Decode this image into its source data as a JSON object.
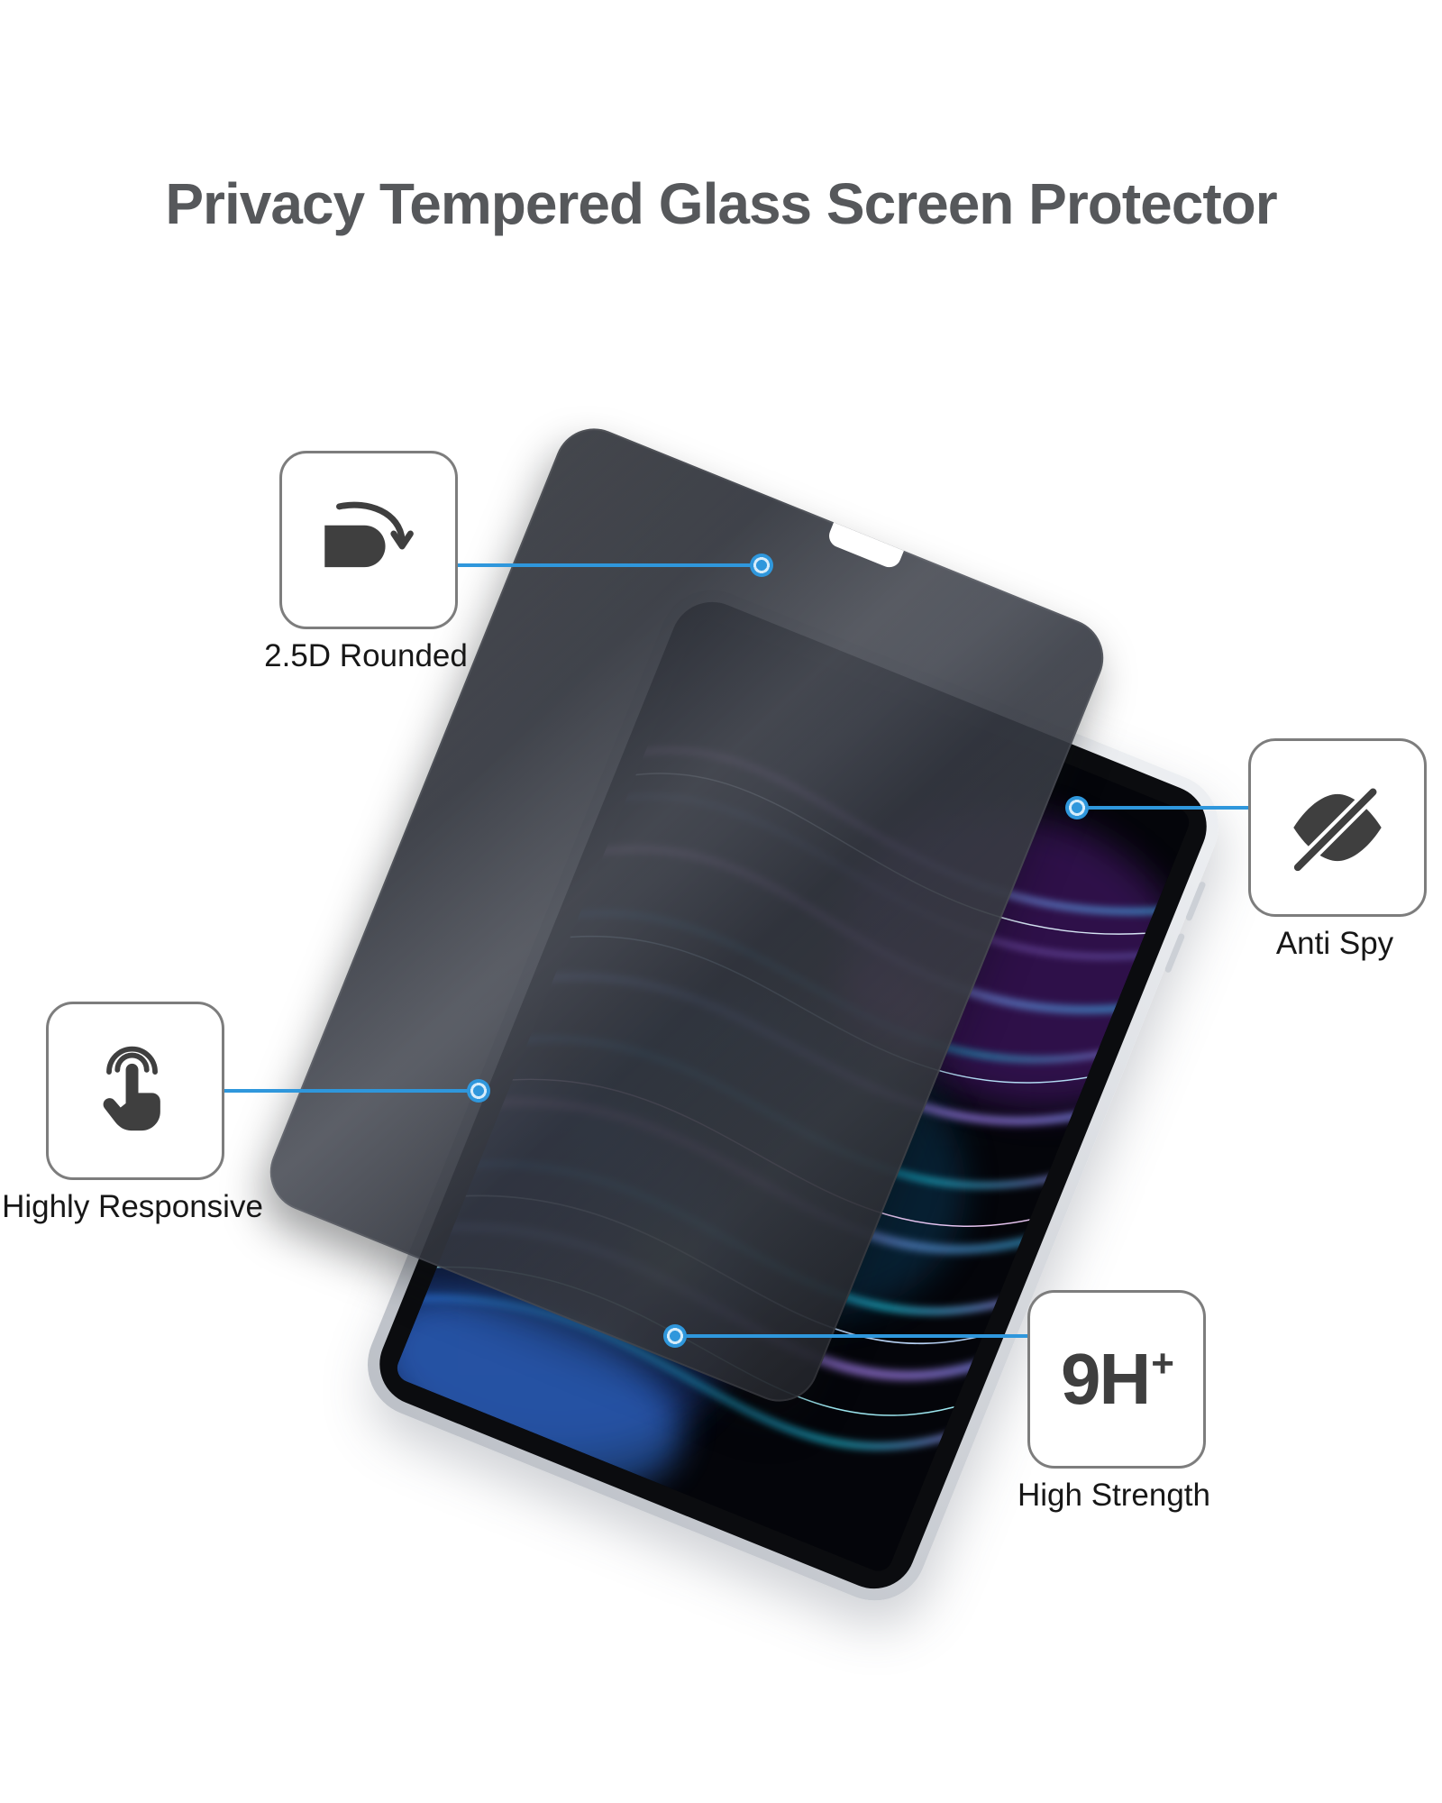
{
  "page": {
    "title": "Privacy Tempered Glass Screen Protector"
  },
  "features": [
    {
      "id": "rounded",
      "label": "2.5D Rounded",
      "icon": "rounded-edge-icon"
    },
    {
      "id": "anti_spy",
      "label": "Anti Spy",
      "icon": "anti-spy-eye-icon"
    },
    {
      "id": "responsive",
      "label": "Highly Responsive",
      "icon": "touch-tap-icon"
    },
    {
      "id": "strength",
      "label": "High Strength",
      "icon": "hardness-9h-badge",
      "badge": "9H",
      "badge_sup": "+"
    }
  ],
  "colors": {
    "accent": "#2f97dc",
    "title": "#56585b",
    "icon": "#3f3f3f",
    "card_border": "#7d7d7d"
  }
}
